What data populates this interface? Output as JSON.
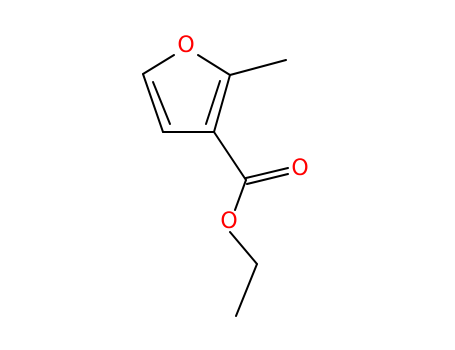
{
  "molecule": {
    "atoms": {
      "ring_oxygen": "O",
      "carbonyl_oxygen": "O",
      "ester_oxygen": "O"
    },
    "colors": {
      "bond": "#000000",
      "oxygen": "#ff0000",
      "background": "#ffffff"
    }
  }
}
